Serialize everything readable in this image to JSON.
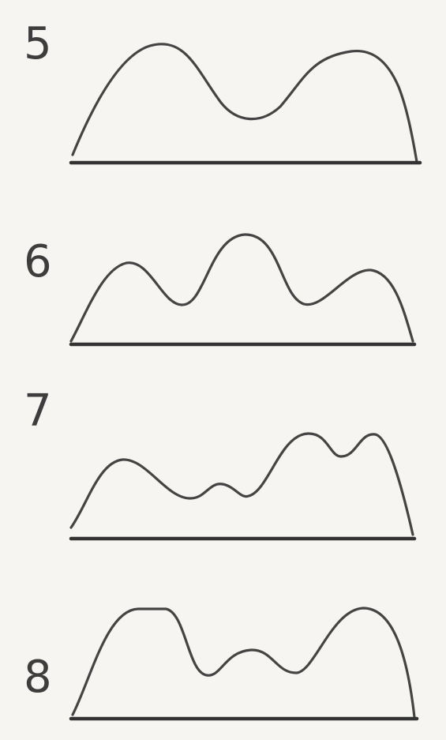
{
  "profiles": [
    {
      "id": "5",
      "label": "5"
    },
    {
      "id": "6",
      "label": "6"
    },
    {
      "id": "7",
      "label": "7"
    },
    {
      "id": "8",
      "label": "8"
    }
  ]
}
